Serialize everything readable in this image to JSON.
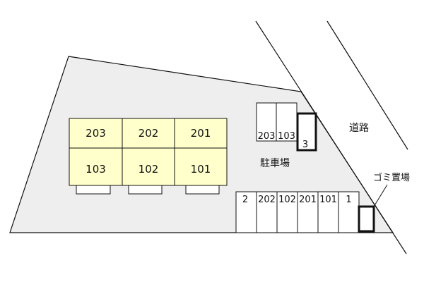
{
  "colors": {
    "lot": "#eeeeee",
    "building": "#ffffcc",
    "slot": "#ffffff",
    "outline": "#111111"
  },
  "building": {
    "upper_units": [
      "203",
      "202",
      "201"
    ],
    "lower_units": [
      "103",
      "102",
      "101"
    ]
  },
  "parking": {
    "label": "駐車場",
    "upper_slots": [
      "203",
      "103"
    ],
    "upper_extra": "3",
    "lower_slots": [
      "2",
      "202",
      "102",
      "201",
      "101",
      "1"
    ]
  },
  "road_label": "道路",
  "trash_label": "ゴミ置場"
}
